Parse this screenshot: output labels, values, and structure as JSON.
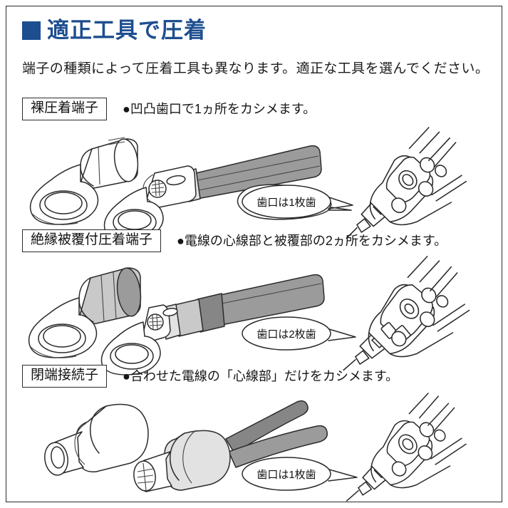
{
  "page": {
    "title": "適正工具で圧着",
    "title_bullet_color": "#1d4e8f",
    "title_color": "#1d4e8f",
    "subtitle": "端子の種類によって圧着工具も異なります。適正な工具を選んでください。",
    "border_color": "#2b2b2b",
    "background": "#ffffff"
  },
  "sections": [
    {
      "label": "裸圧着端子",
      "description": "●凹凸歯口で1ヵ所をカシメます。",
      "callout": "歯口は1枚歯",
      "terminal_type": "bare-ring-terminal",
      "tool": "crimping-tool-one-tooth"
    },
    {
      "label": "絶縁被覆付圧着端子",
      "description": "●電線の心線部と被覆部の2ヵ所をカシメます。",
      "callout": "歯口は2枚歯",
      "terminal_type": "insulated-ring-terminal",
      "tool": "crimping-tool-two-tooth"
    },
    {
      "label": "閉端接続子",
      "description": "●合わせた電線の「心線部」だけをカシメます。",
      "callout": "歯口は1枚歯",
      "terminal_type": "closed-end-connector",
      "tool": "crimping-tool-one-tooth"
    }
  ]
}
